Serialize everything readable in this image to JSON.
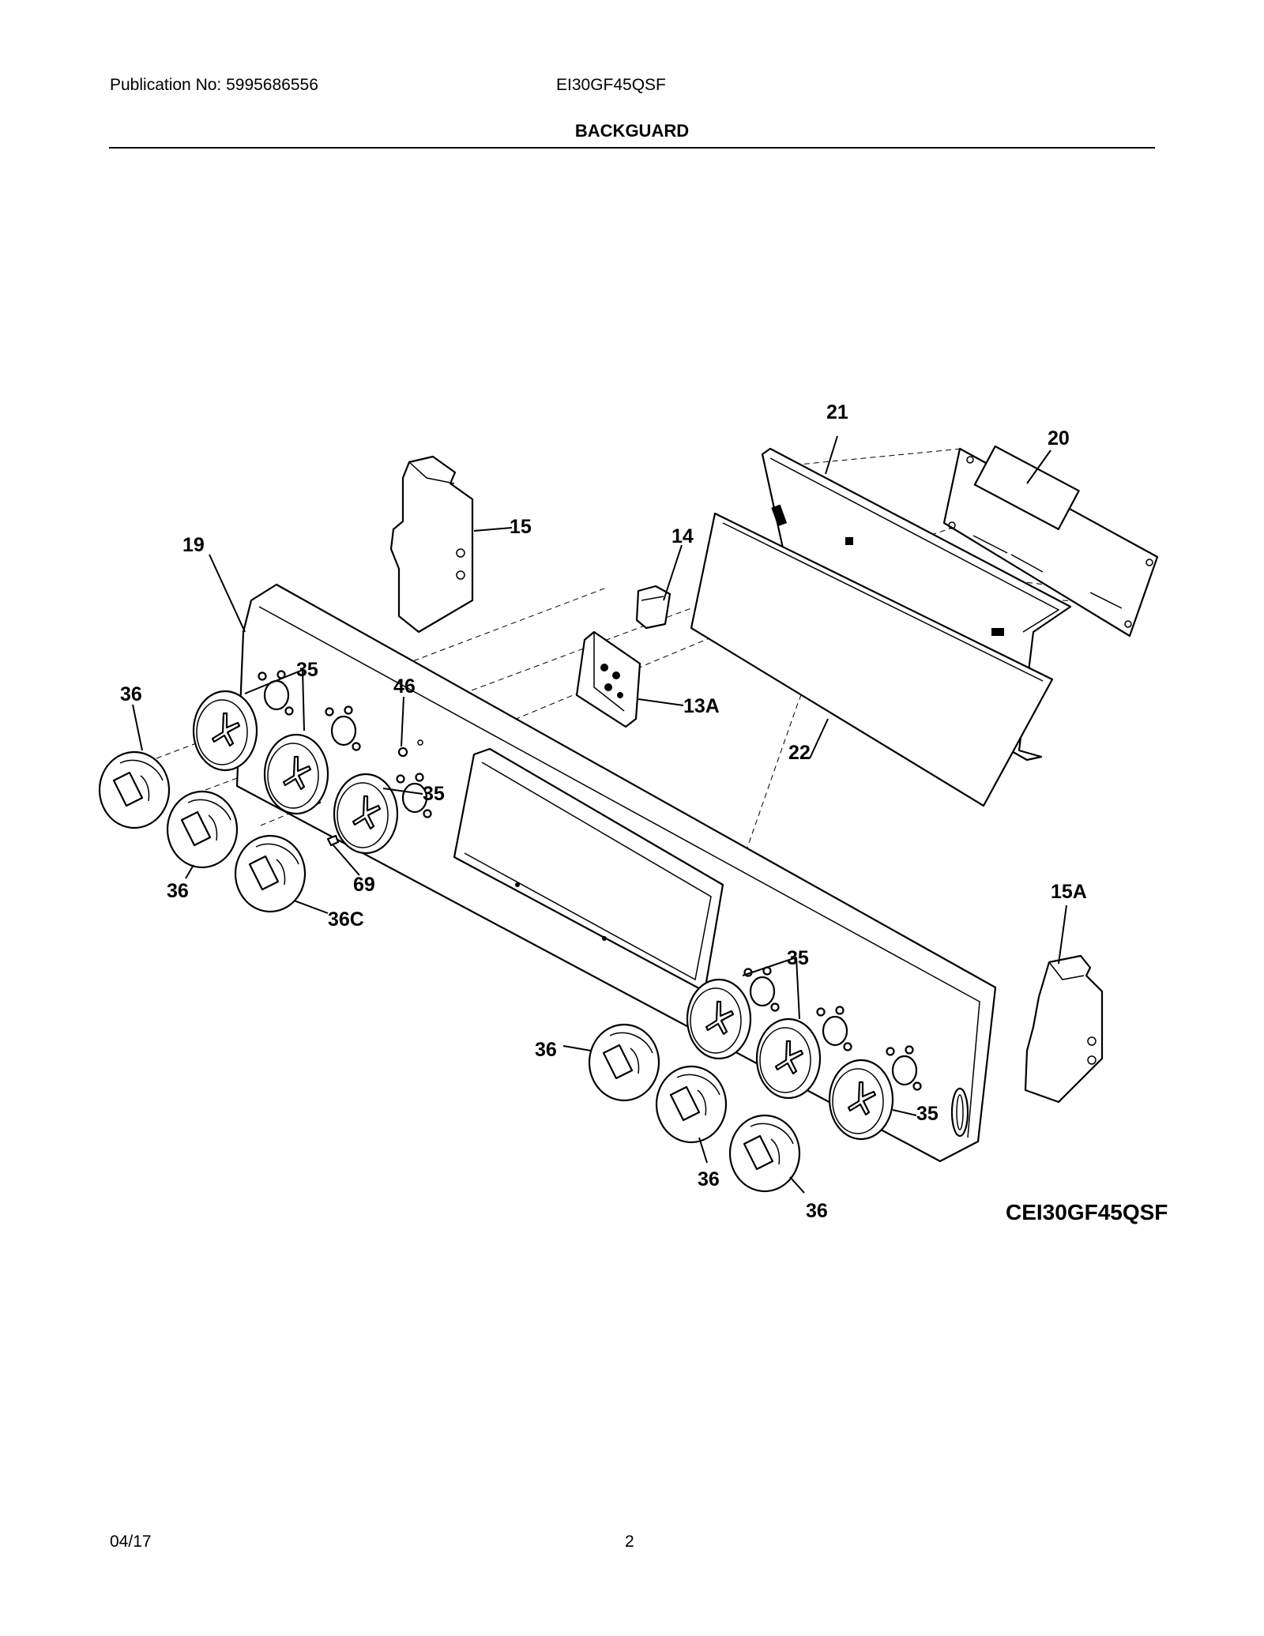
{
  "header": {
    "publication": "Publication No: 5995686556",
    "model": "EI30GF45QSF",
    "title": "BACKGUARD"
  },
  "footer": {
    "date": "04/17",
    "page": "2"
  },
  "diagram": {
    "model_code": "CEI30GF45QSF",
    "callouts": {
      "c21": "21",
      "c20": "20",
      "c15": "15",
      "c14": "14",
      "c19": "19",
      "c35a": "35",
      "c46": "46",
      "c36a": "36",
      "c13A": "13A",
      "c22": "22",
      "c35b": "35",
      "c36b": "36",
      "c69": "69",
      "c36C": "36C",
      "c15A": "15A",
      "c35c": "35",
      "c36d": "36",
      "c35d": "35",
      "c36e": "36",
      "c36f": "36"
    }
  }
}
